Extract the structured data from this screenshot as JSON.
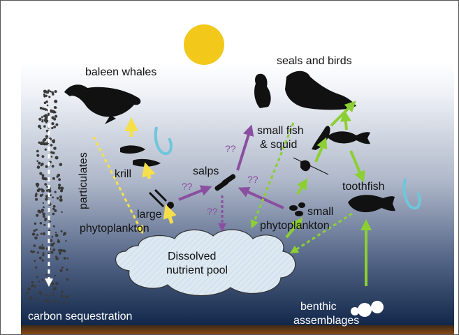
{
  "labels": {
    "baleen_whales": "baleen whales",
    "seals_and_birds": "seals and birds",
    "small_fish_line1": "small fish",
    "small_fish_line2": "& squid",
    "krill": "krill",
    "salps": "salps",
    "toothfish": "toothfish",
    "large_line1": "large",
    "phyto_large_line2": "phytoplankton",
    "small_line1": "small",
    "phyto_small_line2": "phytoplankton",
    "particulates": "particulates",
    "dissolved_line1": "Dissolved",
    "dissolved_line2": "nutrient pool",
    "carbon_sequestration": "carbon sequestration",
    "benthic_line1": "benthic",
    "benthic_line2": "assemblages",
    "unknown_flux": "??"
  },
  "colors": {
    "sun": "#f2c81a",
    "yellow_arrow": "#f5e04a",
    "purple_arrow": "#8a4fa0",
    "green_arrow": "#8ccf32",
    "hook": "#6ec6dc",
    "sky_top": "#ffffff",
    "sea_bottom": "#0f2548",
    "seafloor": "#6b3a12",
    "cloud_fill": "#dde9f2"
  },
  "icons": {
    "sun": "sun-icon",
    "whale": "whale-icon",
    "penguin": "penguin-icon",
    "seal": "seal-icon",
    "fish": "fish-icon",
    "squid": "squid-icon",
    "krill": "krill-icon",
    "salp": "salp-icon",
    "toothfish": "toothfish-icon",
    "hook": "hook-icon",
    "benthic": "benthic-organism-icon"
  }
}
